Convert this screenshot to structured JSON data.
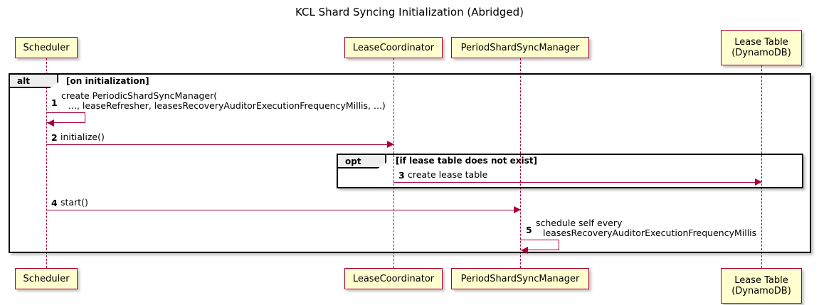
{
  "diagram": {
    "title": "KCL Shard Syncing Initialization (Abridged)",
    "type": "uml-sequence-diagram",
    "colors": {
      "participant_fill": "#FEFECE",
      "participant_border": "#A80036",
      "arrow": "#A80036",
      "frame_border": "#000000",
      "frame_tab_fill": "#EEEEEE",
      "background": "#FFFFFF"
    }
  },
  "participants": [
    {
      "id": "scheduler",
      "label": "Scheduler"
    },
    {
      "id": "coordinator",
      "label": "LeaseCoordinator"
    },
    {
      "id": "syncmanager",
      "label": "PeriodShardSyncManager"
    },
    {
      "id": "leasetable",
      "label": "Lease Table\n(DynamoDB)"
    }
  ],
  "fragments": [
    {
      "id": "alt",
      "keyword": "alt",
      "guard": "[on initialization]"
    },
    {
      "id": "opt",
      "keyword": "opt",
      "guard": "[if lease table does not exist]"
    }
  ],
  "messages": [
    {
      "number": "1",
      "from": "scheduler",
      "to": "scheduler",
      "kind": "self-call",
      "line1": "create PeriodicShardSyncManager(",
      "line2": "..., leaseRefresher, leasesRecoveryAuditorExecutionFrequencyMillis, ...)"
    },
    {
      "number": "2",
      "from": "scheduler",
      "to": "coordinator",
      "kind": "call",
      "line1": "initialize()",
      "line2": ""
    },
    {
      "number": "3",
      "from": "coordinator",
      "to": "leasetable",
      "kind": "call",
      "line1": "create lease table",
      "line2": ""
    },
    {
      "number": "4",
      "from": "scheduler",
      "to": "syncmanager",
      "kind": "call",
      "line1": "start()",
      "line2": ""
    },
    {
      "number": "5",
      "from": "syncmanager",
      "to": "syncmanager",
      "kind": "self-call",
      "line1": "schedule self every",
      "line2": "leasesRecoveryAuditorExecutionFrequencyMillis"
    }
  ]
}
